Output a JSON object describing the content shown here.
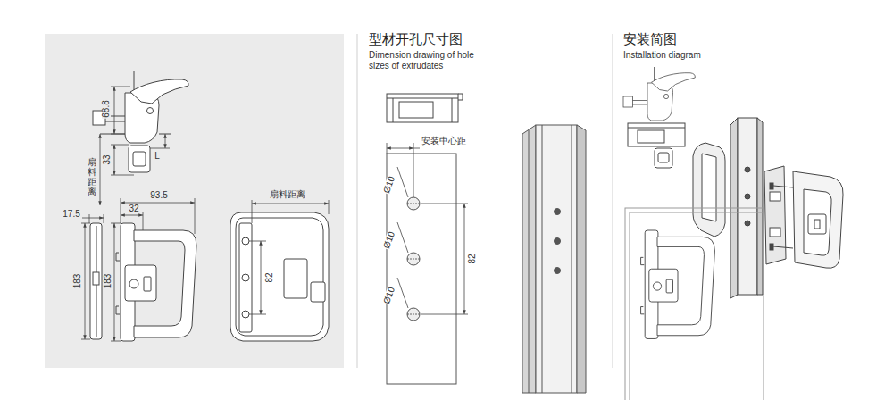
{
  "diagram": {
    "labels": [
      "68.8",
      "33",
      "L",
      "扇料距离",
      "17.5",
      "32",
      "93.5",
      "183",
      "183",
      "扇料距离",
      "82",
      "型材开孔尺寸图",
      "Dimension drawing of hole sizes of extrudates",
      "安装中心距",
      "Ø10",
      "Ø10",
      "Ø10",
      "82",
      "安装简图",
      "Installation diagram"
    ]
  }
}
